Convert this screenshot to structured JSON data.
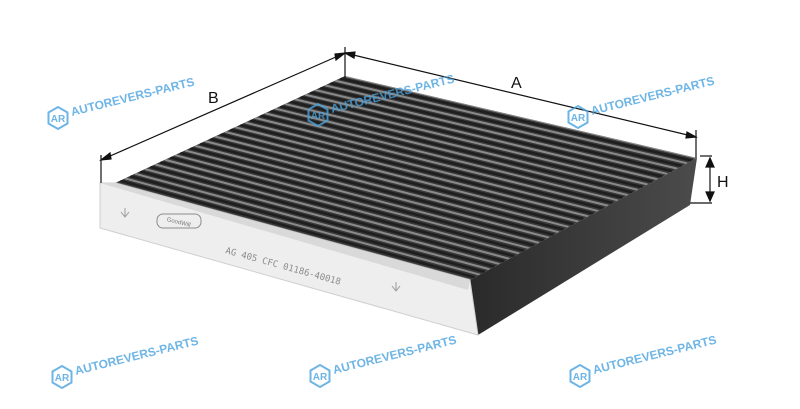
{
  "dimensions": {
    "a": "A",
    "b": "B",
    "h": "H"
  },
  "watermark": {
    "logo": "AR",
    "text": "AUTOREVERS-PARTS"
  },
  "product": {
    "print_code": "AG 405 CFC   01186-40018",
    "brand": "GoodWill"
  }
}
